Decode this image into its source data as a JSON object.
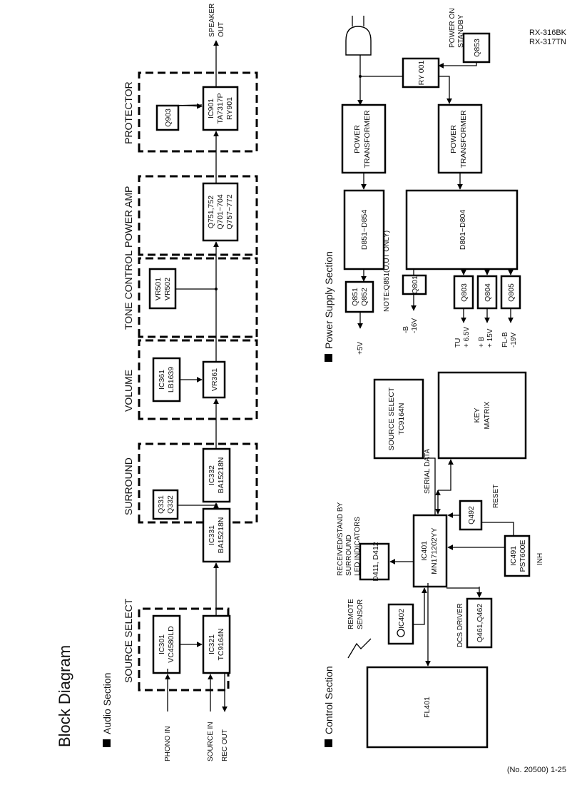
{
  "header": {
    "models": [
      "RX-316BK",
      "RX-317TN"
    ]
  },
  "footer": {
    "page": "(No. 20500) 1-25"
  },
  "title": "Block Diagram",
  "sections": {
    "audio": "Audio Section",
    "control": "Control Section",
    "power": "Power Supply Section"
  },
  "audio": {
    "groups": {
      "source_select": "SOURCE SELECT",
      "surround": "SURROUND",
      "volume": "VOLUME",
      "tone_control": "TONE CONTROL",
      "power_amp": "POWER AMP",
      "protector": "PROTECTOR"
    },
    "blocks": {
      "ic301": [
        "IC301",
        "VC4580LD"
      ],
      "ic321": [
        "IC321",
        "TC9164N"
      ],
      "q331": [
        "Q331",
        "Q332"
      ],
      "ic331": [
        "IC331",
        "BA15218N"
      ],
      "ic332": [
        "IC332",
        "BA15218N"
      ],
      "ic361": [
        "IC361",
        "LB1639"
      ],
      "vr361": [
        "VR361"
      ],
      "vr501": [
        "VR501",
        "VR502"
      ],
      "q751": [
        "Q751,752",
        "Q701~704",
        "Q757~772"
      ],
      "q903": [
        "Q903"
      ],
      "ic901": [
        "IC901",
        "TA7317P",
        "RY901"
      ]
    },
    "io": {
      "phono_in": "PHONO IN",
      "source_in": "SOURCE IN",
      "rec_out": "REC OUT",
      "speaker_out": [
        "SPEAKER",
        "OUT"
      ]
    }
  },
  "control": {
    "blocks": {
      "fl401": [
        "FL401"
      ],
      "ic402": [
        "IC402"
      ],
      "d411": [
        "D411, D412"
      ],
      "ic401": [
        "IC401",
        "MN171202YY"
      ],
      "q492": [
        "Q492"
      ],
      "ic491": [
        "IC491",
        "PST600E"
      ],
      "q461": [
        "Q461,Q462"
      ],
      "source_select": [
        "SOURCE SELECT",
        "TC9164N"
      ],
      "key_matrix": [
        "KEY",
        "MATRIX"
      ]
    },
    "labels": {
      "remote_sensor": [
        "REMOTE",
        "SENSOR"
      ],
      "led_indicators": [
        "RECEIVED/STAND BY",
        "SURROUND",
        "LED INDICATORS"
      ],
      "serial_data": "SERIAL DATA",
      "reset": "RESET",
      "inh": "INH",
      "dcs_driver": "DCS DRIVER"
    }
  },
  "power": {
    "blocks": {
      "q853": [
        "Q853"
      ],
      "ry001": [
        "RY 001"
      ],
      "pt1": [
        "POWER",
        "TRANSFORMER"
      ],
      "pt2": [
        "POWER",
        "TRANSFORMER"
      ],
      "d851": [
        "D851~D854"
      ],
      "d801": [
        "D801~D804"
      ],
      "q851": [
        "Q851",
        "Q852"
      ],
      "q801": [
        "Q801"
      ],
      "q803": [
        "Q803"
      ],
      "q804": [
        "Q804"
      ],
      "q805": [
        "Q805"
      ]
    },
    "labels": {
      "power_on": [
        "POWER ON",
        "STANDBY"
      ],
      "note": "NOTE:Q851(U,UT ONLY)",
      "v5": "+5V",
      "neg_b": [
        "-B",
        "-16V"
      ],
      "tu": [
        "TU",
        "+ 6.5V"
      ],
      "plus_b": [
        "+ B",
        "+ 15V"
      ],
      "fl_b": [
        "FL-B",
        "-19V"
      ]
    }
  }
}
